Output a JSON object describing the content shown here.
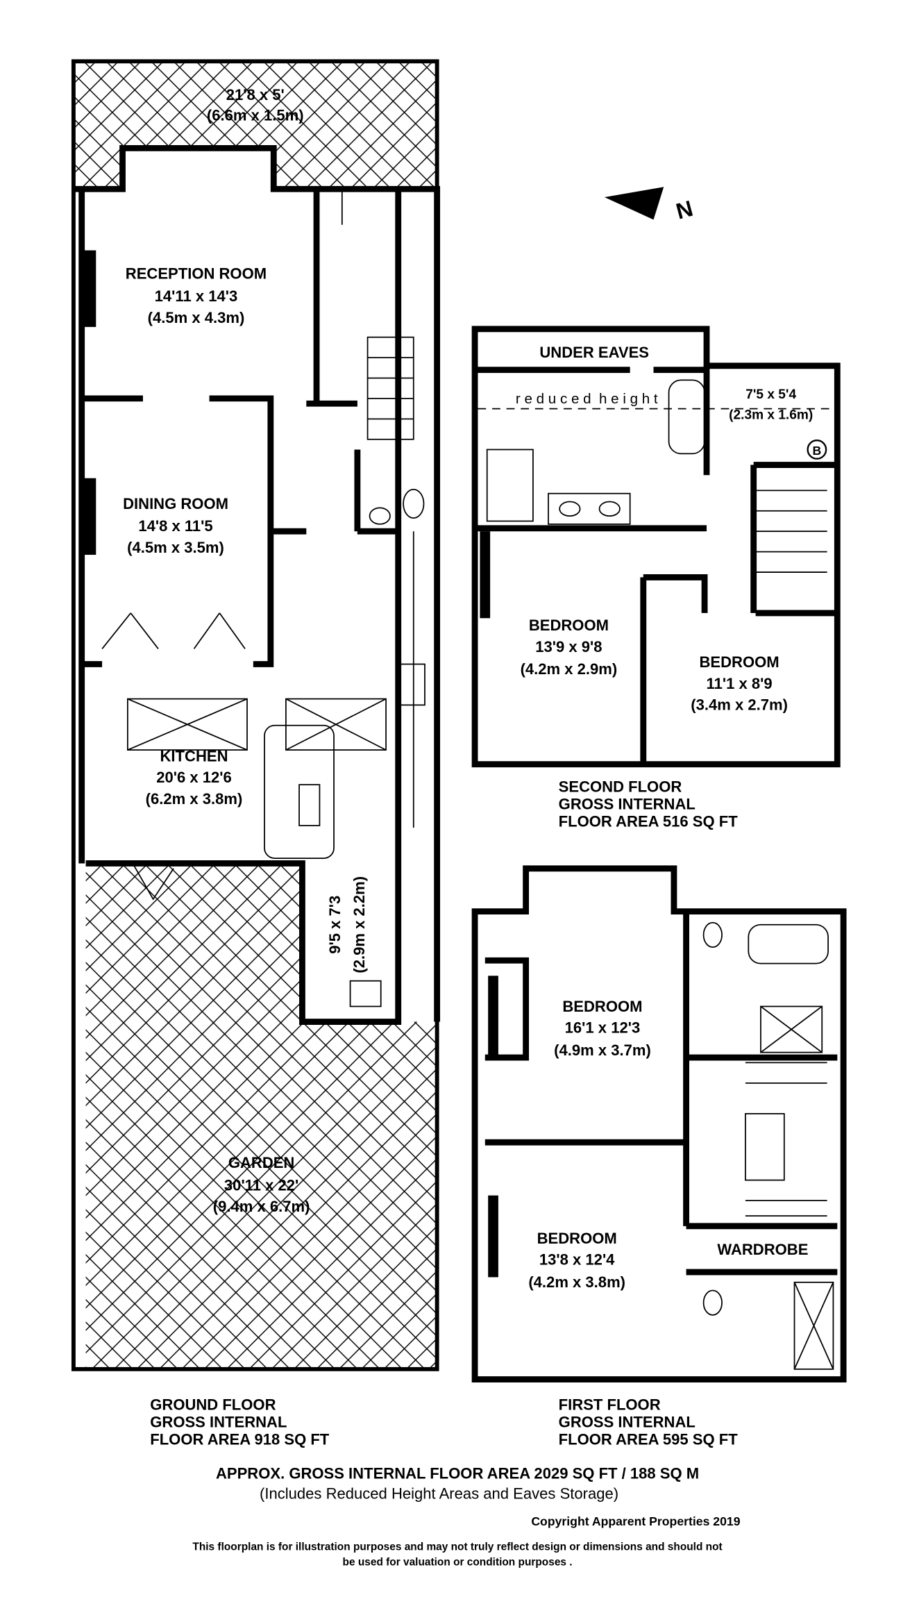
{
  "compass": {
    "label": "N"
  },
  "ground_floor": {
    "patio": {
      "dim_imperial": "21'8 x 5'",
      "dim_metric": "(6.6m x 1.5m)"
    },
    "reception": {
      "name": "RECEPTION ROOM",
      "dim_imperial": "14'11 x 14'3",
      "dim_metric": "(4.5m x 4.3m)"
    },
    "dining": {
      "name": "DINING ROOM",
      "dim_imperial": "14'8 x 11'5",
      "dim_metric": "(4.5m x 3.5m)"
    },
    "kitchen": {
      "name": "KITCHEN",
      "dim_imperial": "20'6 x 12'6",
      "dim_metric": "(6.2m x 3.8m)"
    },
    "utility": {
      "dim_imperial": "9'5 x 7'3",
      "dim_metric": "(2.9m x 2.2m)"
    },
    "garden": {
      "name": "GARDEN",
      "dim_imperial": "30'11 x 22'",
      "dim_metric": "(9.4m x 6.7m)"
    },
    "caption": [
      "GROUND FLOOR",
      "GROSS INTERNAL",
      "FLOOR AREA 918 SQ FT"
    ]
  },
  "second_floor": {
    "under_eaves": "UNDER EAVES",
    "reduced_height": "r e d u c e d  h e i g h t",
    "small_room": {
      "dim_imperial": "7'5 x 5'4",
      "dim_metric": "(2.3m x 1.6m)",
      "boiler": "B"
    },
    "bedroom_a": {
      "name": "BEDROOM",
      "dim_imperial": "13'9 x 9'8",
      "dim_metric": "(4.2m x 2.9m)"
    },
    "bedroom_b": {
      "name": "BEDROOM",
      "dim_imperial": "11'1 x 8'9",
      "dim_metric": "(3.4m x 2.7m)"
    },
    "caption": [
      "SECOND FLOOR",
      "GROSS INTERNAL",
      "FLOOR AREA 516 SQ FT"
    ]
  },
  "first_floor": {
    "bedroom_a": {
      "name": "BEDROOM",
      "dim_imperial": "16'1 x 12'3",
      "dim_metric": "(4.9m x 3.7m)"
    },
    "bedroom_b": {
      "name": "BEDROOM",
      "dim_imperial": "13'8 x 12'4",
      "dim_metric": "(4.2m x 3.8m)"
    },
    "wardrobe": "WARDROBE",
    "caption": [
      "FIRST FLOOR",
      "GROSS INTERNAL",
      "FLOOR AREA 595 SQ FT"
    ]
  },
  "footer": {
    "total_area": "APPROX. GROSS INTERNAL FLOOR AREA 2029 SQ FT / 188 SQ M",
    "includes": "(Includes Reduced Height Areas and Eaves Storage)",
    "copyright": "Copyright Apparent Properties 2019",
    "disclaimer_1": "This floorplan is for illustration purposes and may not truly reflect design or dimensions and should not",
    "disclaimer_2": "be used for valuation or condition purposes ."
  }
}
